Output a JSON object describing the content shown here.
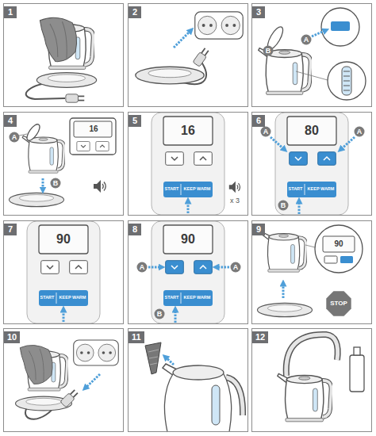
{
  "diagram": {
    "nodes": [
      {
        "text": [
          "1"
        ]
      },
      {
        "text": [
          "2"
        ]
      },
      {
        "text": [
          "3"
        ]
      },
      {
        "text": [
          "4"
        ]
      },
      {
        "text": [
          "5"
        ]
      },
      {
        "text": [
          "6"
        ]
      },
      {
        "text": [
          "7"
        ]
      },
      {
        "text": [
          "8"
        ]
      },
      {
        "text": [
          "9"
        ]
      },
      {
        "text": [
          "10"
        ]
      },
      {
        "text": [
          "11"
        ]
      },
      {
        "text": [
          "12"
        ]
      }
    ],
    "labels": [
      "A",
      "B",
      "16",
      "A",
      "B",
      "16",
      "START",
      "KEEP WARM",
      "x 3",
      "80",
      "A",
      "A",
      "START",
      "KEEP WARM",
      "B",
      "90",
      "START",
      "KEEP WARM",
      "90",
      "A",
      "A",
      "START",
      "KEEP WARM",
      "B",
      "90",
      "STOP"
    ]
  }
}
